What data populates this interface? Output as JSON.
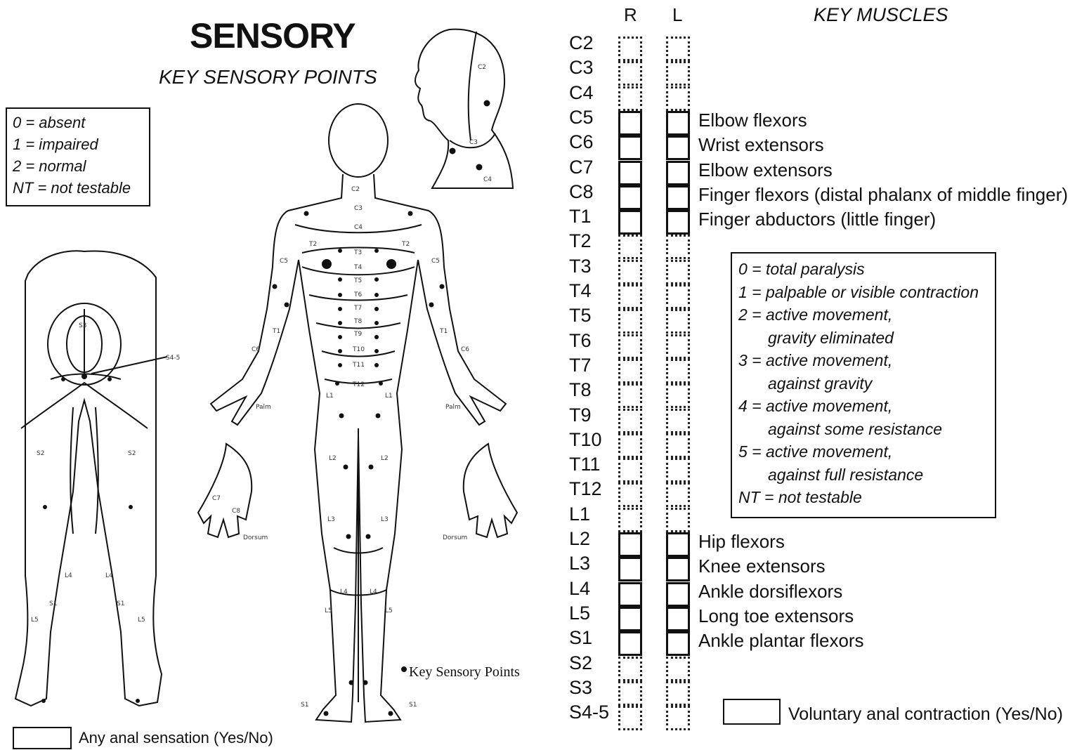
{
  "sensory": {
    "title": "SENSORY",
    "subtitle": "KEY SENSORY POINTS",
    "legend": [
      "0 = absent",
      "1 = impaired",
      "2 = normal",
      "NT = not testable"
    ],
    "key_points_label": "Key Sensory Points",
    "anal_label": "Any anal sensation (Yes/No)"
  },
  "figure_labels": {
    "front": [
      "C2",
      "C3",
      "C4",
      "T2",
      "T2",
      "C5",
      "C5",
      "T3",
      "T4",
      "T5",
      "T6",
      "T7",
      "T8",
      "T9",
      "T10",
      "T11",
      "T12",
      "T1",
      "T1",
      "C6",
      "C6",
      "Palm",
      "Palm",
      "L1",
      "L1",
      "L2",
      "L2",
      "L3",
      "L3",
      "L4",
      "L4",
      "L5",
      "L5",
      "S1",
      "S1",
      "Dorsum",
      "Dorsum",
      "C7",
      "C8"
    ],
    "head": [
      "C2",
      "C3",
      "C4"
    ],
    "back": [
      "S3",
      "S4-5",
      "S2",
      "S2",
      "S1",
      "S1",
      "L5",
      "L5",
      "L4",
      "L4"
    ]
  },
  "motor": {
    "right_header": "R",
    "left_header": "L",
    "key_muscles_header": "KEY MUSCLES",
    "levels": [
      "C2",
      "C3",
      "C4",
      "C5",
      "C6",
      "C7",
      "C8",
      "T1",
      "T2",
      "T3",
      "T4",
      "T5",
      "T6",
      "T7",
      "T8",
      "T9",
      "T10",
      "T11",
      "T12",
      "L1",
      "L2",
      "L3",
      "L4",
      "L5",
      "S1",
      "S2",
      "S3",
      "S4-5"
    ],
    "muscles": [
      {
        "level": "C5",
        "label": "Elbow flexors"
      },
      {
        "level": "C6",
        "label": "Wrist extensors"
      },
      {
        "level": "C7",
        "label": "Elbow extensors"
      },
      {
        "level": "C8",
        "label": "Finger flexors (distal phalanx of middle finger)"
      },
      {
        "level": "T1",
        "label": "Finger abductors (little finger)"
      },
      {
        "level": "L2",
        "label": "Hip flexors"
      },
      {
        "level": "L3",
        "label": "Knee extensors"
      },
      {
        "level": "L4",
        "label": "Ankle dorsiflexors"
      },
      {
        "level": "L5",
        "label": "Long toe extensors"
      },
      {
        "level": "S1",
        "label": "Ankle plantar flexors"
      }
    ],
    "legend": [
      {
        "text": "0 = total paralysis",
        "indent": false
      },
      {
        "text": "1 = palpable or visible contraction",
        "indent": false
      },
      {
        "text": "2 = active movement,",
        "indent": false
      },
      {
        "text": "gravity eliminated",
        "indent": true
      },
      {
        "text": "3 = active movement,",
        "indent": false
      },
      {
        "text": "against gravity",
        "indent": true
      },
      {
        "text": "4 = active movement,",
        "indent": false
      },
      {
        "text": "against some resistance",
        "indent": true
      },
      {
        "text": "5 = active movement,",
        "indent": false
      },
      {
        "text": "against full resistance",
        "indent": true
      },
      {
        "text": "NT = not testable",
        "indent": false
      }
    ],
    "anal_label": "Voluntary anal contraction (Yes/No)"
  }
}
